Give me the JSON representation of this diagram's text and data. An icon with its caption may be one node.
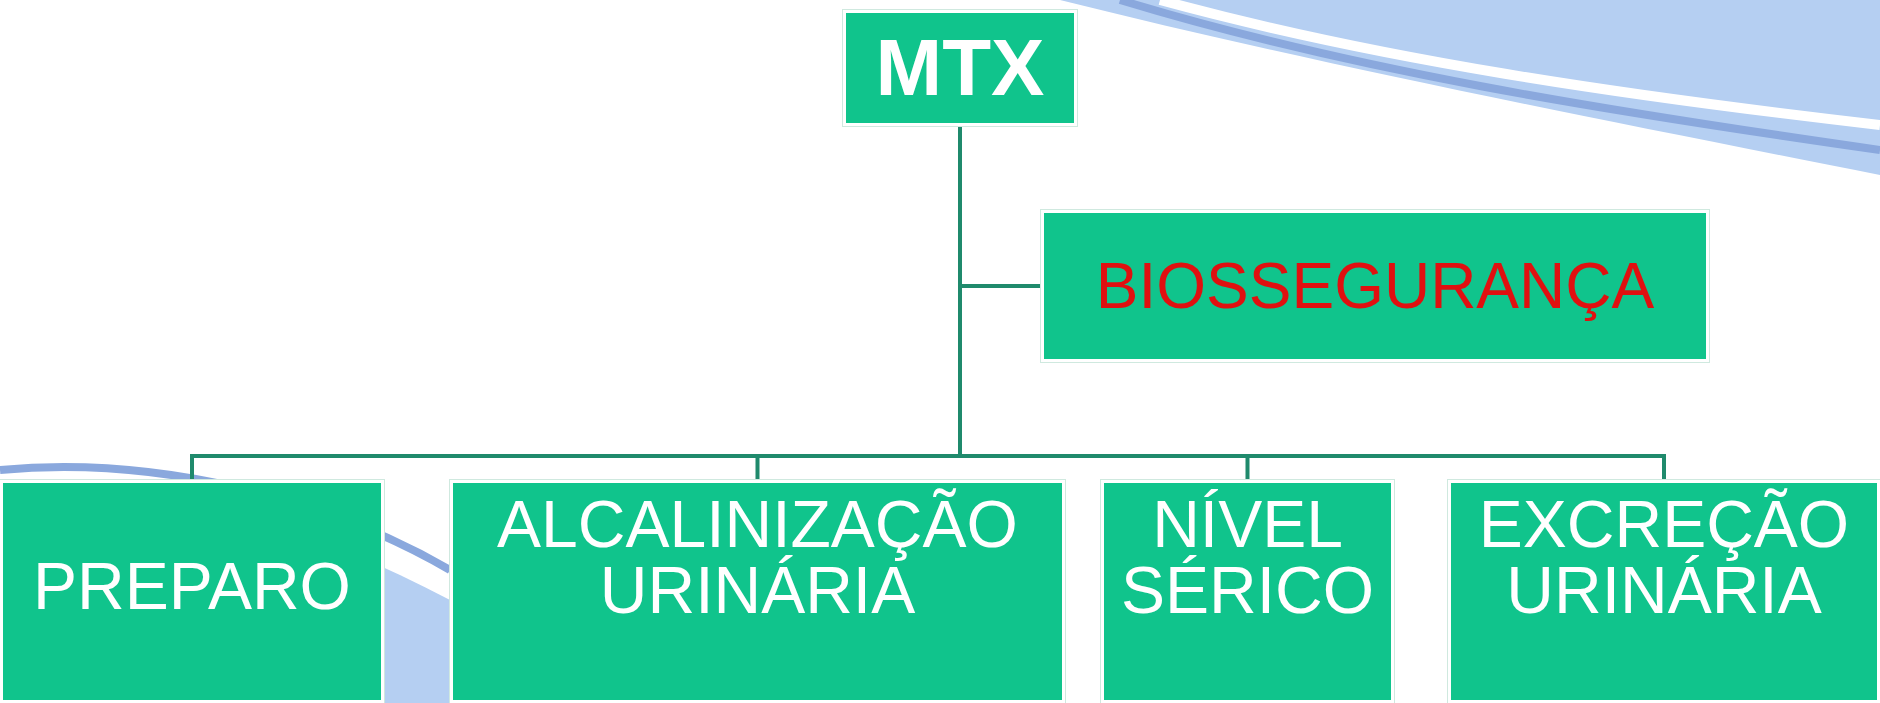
{
  "diagram": {
    "nodes": [
      {
        "text": [
          "MTX"
        ]
      },
      {
        "text": [
          "BIOSSEGURANÇA"
        ]
      },
      {
        "text": [
          "PREPARO"
        ]
      },
      {
        "text": [
          "ALCALINIZAÇÃO URINÁRIA"
        ]
      },
      {
        "text": [
          "NÍVEL SÉRICO"
        ]
      },
      {
        "text": [
          "EXCREÇÃO URINÁRIA"
        ]
      }
    ],
    "edges": [
      {
        "from": 0,
        "to": 1,
        "arrow": "none"
      },
      {
        "from": 0,
        "to": 2,
        "arrow": "none"
      },
      {
        "from": 0,
        "to": 3,
        "arrow": "none"
      },
      {
        "from": 0,
        "to": 4,
        "arrow": "none"
      },
      {
        "from": 0,
        "to": 5,
        "arrow": "none"
      }
    ]
  }
}
